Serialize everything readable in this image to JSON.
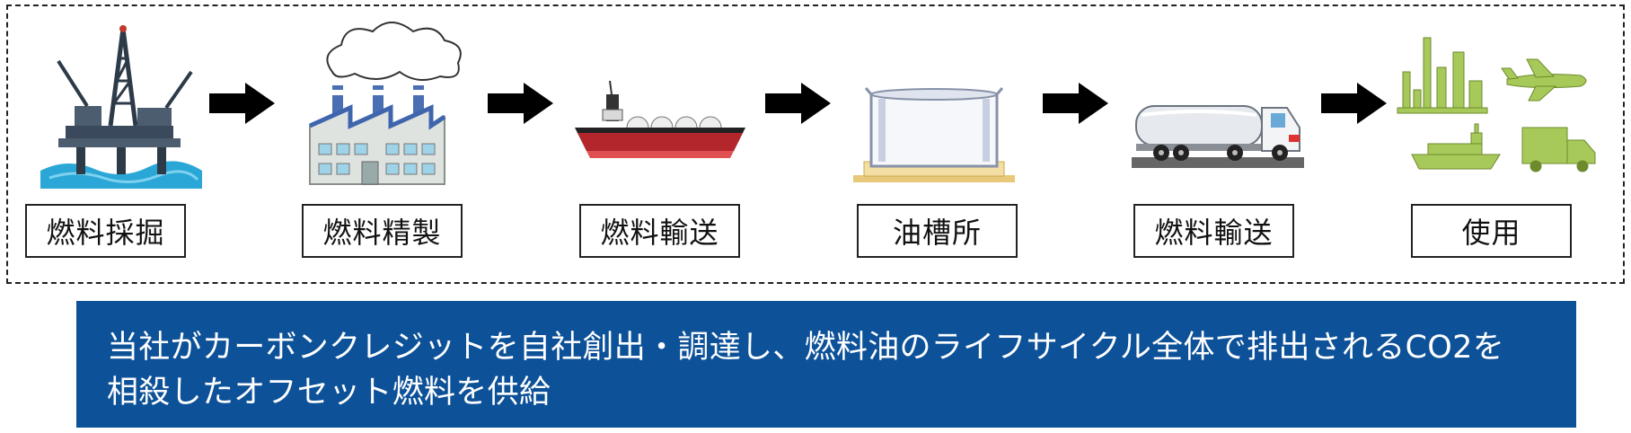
{
  "stages": [
    {
      "label": "燃料採掘",
      "icon": "oil-platform-icon"
    },
    {
      "label": "燃料精製",
      "icon": "refinery-factory-icon"
    },
    {
      "label": "燃料輸送",
      "icon": "tanker-ship-icon"
    },
    {
      "label": "油槽所",
      "icon": "storage-tank-icon"
    },
    {
      "label": "燃料輸送",
      "icon": "tanker-truck-icon"
    },
    {
      "label": "使用",
      "icon": "end-use-icons"
    }
  ],
  "banner": {
    "line1": "当社がカーボンクレジットを自社創出・調達し、燃料油のライフサイクル全体で排出されるCO2を",
    "line2": "相殺したオフセット燃料を供給"
  },
  "colors": {
    "banner_bg": "#0d5198",
    "banner_text": "#ffffff",
    "frame": "#222222"
  }
}
